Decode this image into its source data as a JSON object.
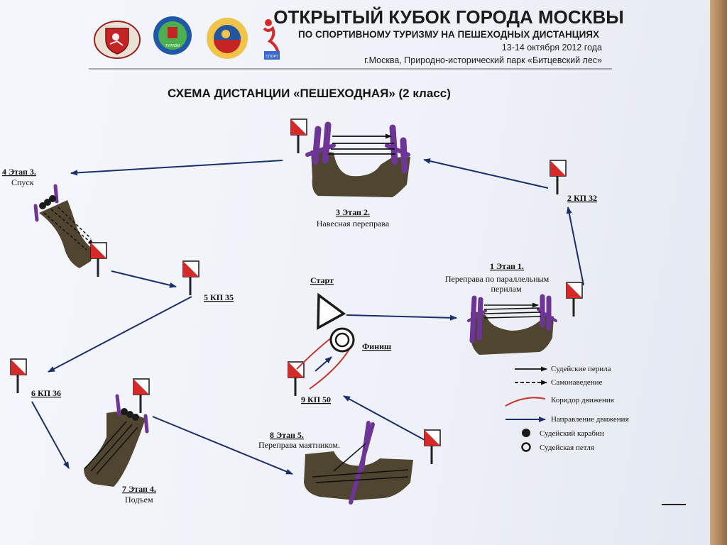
{
  "header": {
    "title": "ОТКРЫТЫЙ КУБОК ГОРОДА МОСКВЫ",
    "subtitle": "ПО СПОРТИВНОМУ ТУРИЗМУ НА ПЕШЕХОДНЫХ ДИСТАНЦИЯХ",
    "dates": "13-14 октября 2012 года",
    "location": "г.Москва, Природно-исторический парк «Битцевский лес»",
    "logos": [
      "moscow-coat-of-arms-logo",
      "moscow-tourism-logo",
      "regional-federation-logo",
      "moscow-sport-logo"
    ]
  },
  "scheme_title": "СХЕМА ДИСТАНЦИИ  «ПЕШЕХОДНАЯ» (2 класс)",
  "points": {
    "start": "Старт",
    "finish": "Финиш",
    "stage1_num": "1 Этап 1.",
    "stage1_name_a": "Переправа по параллельным",
    "stage1_name_b": "перилам",
    "kp32": "2 КП 32",
    "stage2_num": "3 Этап 2.",
    "stage2_name": "Навесная переправа",
    "stage3_num": "4 Этап 3.",
    "stage3_name": "Спуск",
    "kp35": "5 КП 35",
    "kp36": "6 КП 36",
    "stage4_num": "7 Этап 4.",
    "stage4_name": "Подъем",
    "stage5_num": "8 Этап 5.",
    "stage5_name": "Переправа маятником.",
    "kp50": "9 КП 50"
  },
  "legend": {
    "judge_ropes": "Судейские перила",
    "self_guidance": "Самонаведение",
    "movement_corridor": "Коридор движения",
    "movement_direction": "Направление движения",
    "judge_carabiner": "Судейский  карабин",
    "judge_loop": "Судейская петля"
  },
  "colors": {
    "terrain": "#4f4530",
    "poles": "#6d3696",
    "arrows": "#1a2f6b",
    "corridor": "#c8322a",
    "flag_red": "#d62a2a"
  }
}
